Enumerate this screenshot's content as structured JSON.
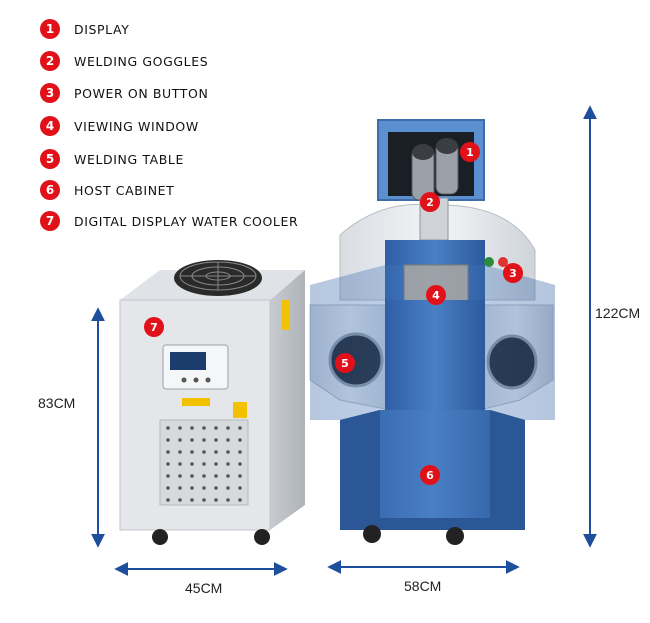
{
  "legend": [
    {
      "number": "1",
      "label": "DISPLAY"
    },
    {
      "number": "2",
      "label": "WELDING GOGGLES"
    },
    {
      "number": "3",
      "label": "POWER ON BUTTON"
    },
    {
      "number": "4",
      "label": "VIEWING WINDOW"
    },
    {
      "number": "5",
      "label": "WELDING TABLE"
    },
    {
      "number": "6",
      "label": "HOST CABINET"
    },
    {
      "number": "7",
      "label": "DIGITAL DISPLAY WATER COOLER"
    }
  ],
  "dimensions": {
    "cooler_height": "83CM",
    "cooler_width": "45CM",
    "welder_height": "122CM",
    "welder_width": "58CM"
  },
  "colors": {
    "badge": "#e1111a",
    "arrow": "#1e4f9c",
    "cabinet_blue": "#3f73b8",
    "panel_white": "#e9ecef"
  }
}
